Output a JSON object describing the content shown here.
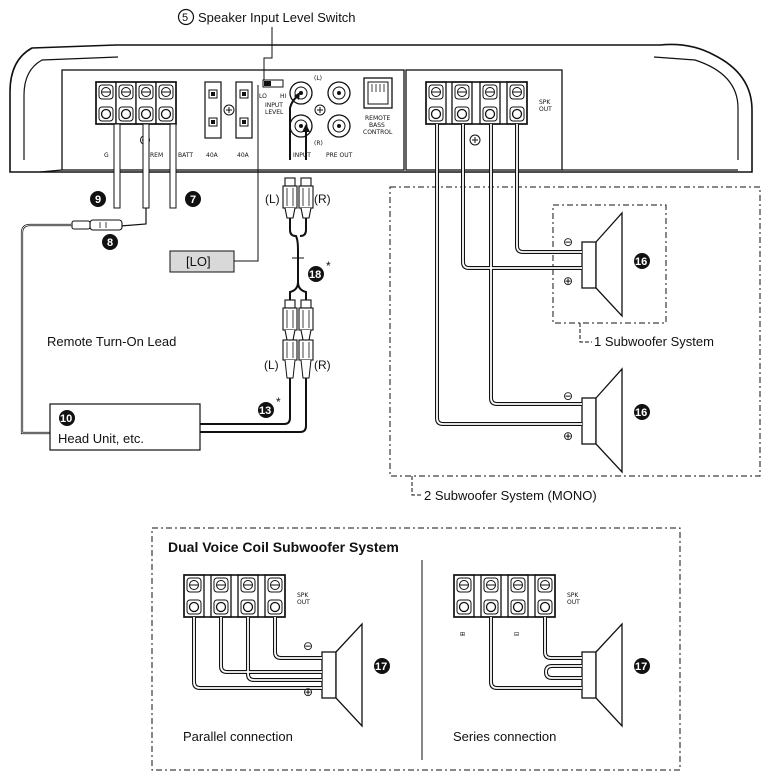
{
  "top_callout": {
    "number": "5",
    "label": "Speaker Input Level Switch"
  },
  "amp": {
    "terminal_labels": [
      "G",
      "REM",
      "BATT"
    ],
    "fuse_labels": [
      "40A",
      "40A"
    ],
    "switch_label": "INPUT LEVEL",
    "switch_positions": [
      "LO",
      "HI"
    ],
    "input_label": "INPUT",
    "pre_out_label": "PRE OUT",
    "lr_labels": [
      "(L)",
      "(R)"
    ],
    "remote_bass_label": "REMOTE BASS CONTROL",
    "spk_out_label": "SPK OUT"
  },
  "callouts": {
    "c9": "9",
    "c7": "7",
    "c8": "8",
    "c10": "10",
    "c13": "13",
    "c18": "18",
    "c16a": "16",
    "c16b": "16",
    "c17a": "17",
    "c17b": "17"
  },
  "asterisk": "*",
  "lo_box": "[LO]",
  "rca_labels": {
    "top_l": "(L)",
    "top_r": "(R)",
    "bot_l": "(L)",
    "bot_r": "(R)"
  },
  "remote_lead": "Remote Turn-On Lead",
  "head_unit": "Head Unit, etc.",
  "polarity": {
    "minus": "⊖",
    "plus": "⊕"
  },
  "system_1": "1 Subwoofer System",
  "system_2": "2 Subwoofer System (MONO)",
  "dvc": {
    "title": "Dual Voice Coil Subwoofer System",
    "parallel": "Parallel connection",
    "series": "Series connection"
  }
}
